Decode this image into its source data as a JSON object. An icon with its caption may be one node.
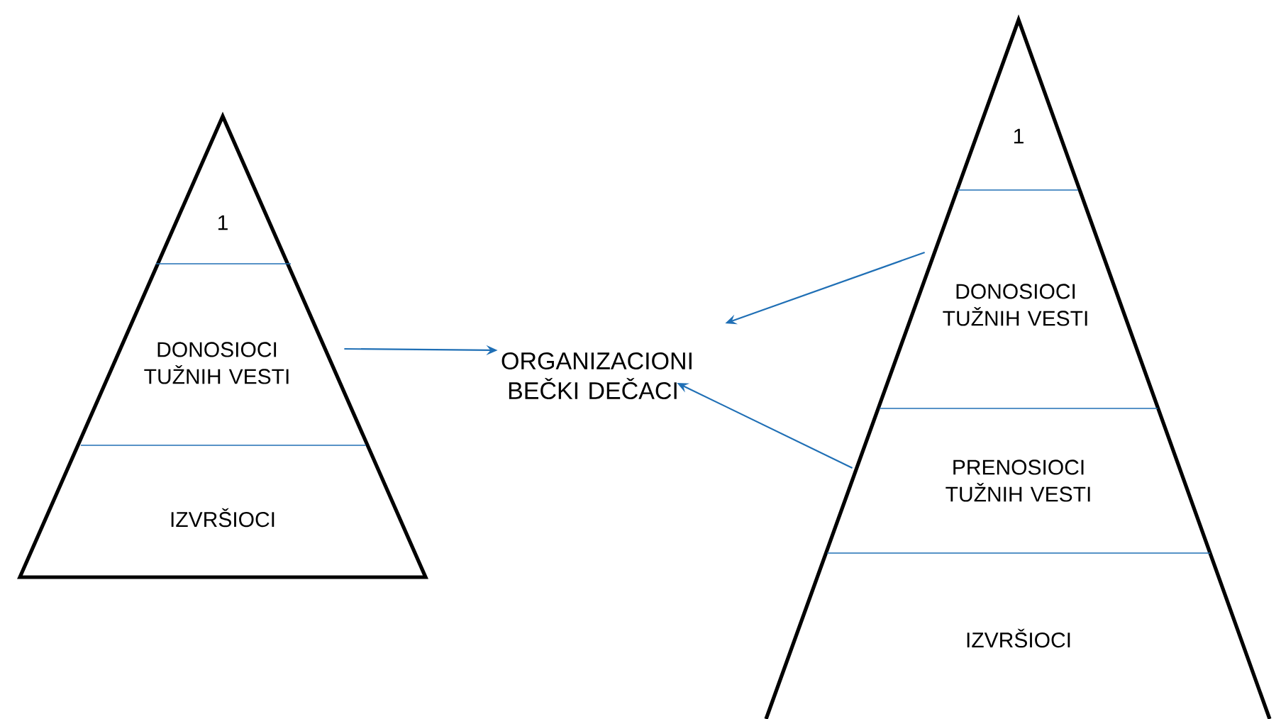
{
  "diagram": {
    "nodes": [
      {
        "text": [
          "1"
        ]
      },
      {
        "text": [
          "DONOSIOCI TUŽNIH VESTI"
        ]
      },
      {
        "text": [
          "IZVRŠIOCI"
        ]
      },
      {
        "text": [
          "ORGANIZACIONI BEČKI DEČACI"
        ]
      },
      {
        "text": [
          "1"
        ]
      },
      {
        "text": [
          "DONOSIOCI TUŽNIH VESTI"
        ]
      },
      {
        "text": [
          "PRENOSIOCI TUŽNIH VESTI"
        ]
      },
      {
        "text": [
          "IZVRŠIOCI"
        ]
      }
    ],
    "edges": [
      {
        "from": 1,
        "to": 3,
        "arrow": "to"
      },
      {
        "from": 5,
        "to": 3,
        "arrow": "to"
      },
      {
        "from": 6,
        "to": 3,
        "arrow": "to"
      }
    ]
  }
}
